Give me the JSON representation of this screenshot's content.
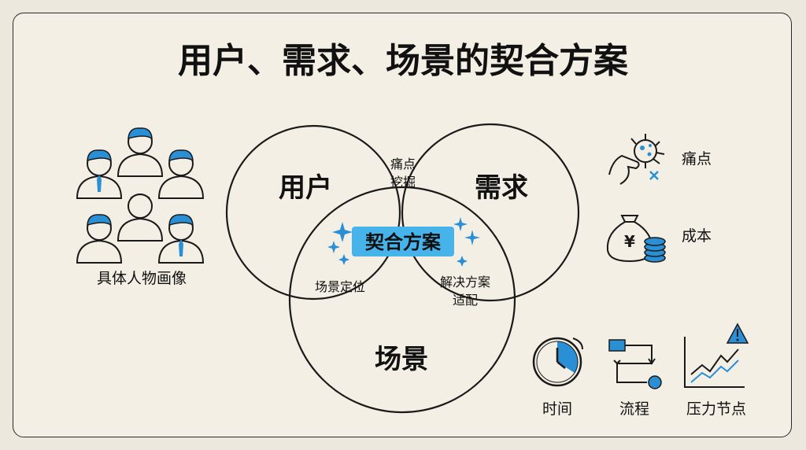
{
  "title": "用户、需求、场景的契合方案",
  "circles": {
    "user": "用户",
    "need": "需求",
    "scene": "场景"
  },
  "overlaps": {
    "user_need": [
      "痛点",
      "挖掘"
    ],
    "user_scene": "场景定位",
    "need_scene": [
      "解决方案",
      "适配"
    ],
    "center": "契合方案"
  },
  "left_panel": {
    "caption": "具体人物画像"
  },
  "right_panel": {
    "items": [
      {
        "icon": "pain-point-icon",
        "label": "痛点"
      },
      {
        "icon": "cost-icon",
        "label": "成本"
      }
    ]
  },
  "bottom_panel": {
    "items": [
      {
        "icon": "clock-icon",
        "label": "时间"
      },
      {
        "icon": "flow-icon",
        "label": "流程"
      },
      {
        "icon": "pressure-chart-icon",
        "label": "压力节点"
      }
    ]
  },
  "colors": {
    "accent": "#2b8fd6",
    "highlight": "#46b3ea",
    "background": "#f3efe5",
    "line": "#1a1a1a"
  }
}
